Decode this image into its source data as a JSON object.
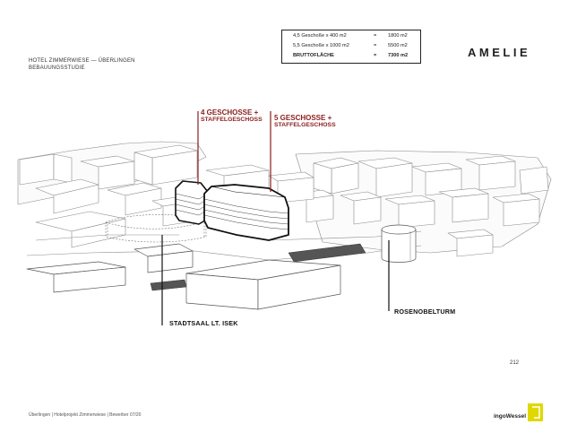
{
  "header": {
    "project_title": "HOTEL ZIMMERWIESE — ÜBERLINGEN",
    "project_subtitle": "BEBAUUNGSSTUDIE",
    "brand": "AMELIE"
  },
  "areas": [
    {
      "expr": "4,5 Geschoße x 400 m2",
      "eq": "=",
      "value": "1800 m2"
    },
    {
      "expr": "5,5 Geschoße x 1000 m2",
      "eq": "=",
      "value": "5500 m2"
    },
    {
      "expr": "BRUTTOFLÄCHE",
      "eq": "=",
      "value": "7300 m2"
    }
  ],
  "callouts": {
    "building_a": {
      "line1": "4 GESCHOSSE +",
      "line2": "STAFFELGESCHOSS"
    },
    "building_b": {
      "line1": "5 GESCHOSSE +",
      "line2": "STAFFELGESCHOSS"
    },
    "stadtsaal": "STADTSAAL LT. ISEK",
    "rosenobelturm": "ROSENOBELTURM"
  },
  "footer": {
    "text": "Überlingen | Hotelprojekt Zimmerwiese | Bewerber 07/20",
    "page": "212",
    "logo": "ingoWessel"
  },
  "colors": {
    "accent_red": "#8c1d1d",
    "logo_yellow": "#e0d800"
  }
}
